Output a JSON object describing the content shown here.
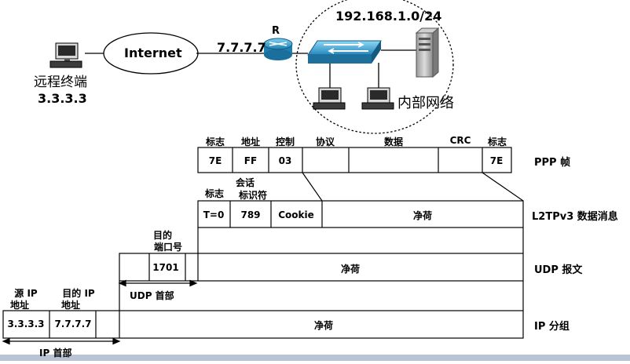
{
  "network": {
    "remote_label": "远程终端",
    "remote_ip": "3.3.3.3",
    "internet": "Internet",
    "router_ip": "7.7.7.7",
    "router_name": "R",
    "subnet": "192.168.1.0/24",
    "internal": "内部网络"
  },
  "ppp": {
    "headers": [
      "标志",
      "地址",
      "控制",
      "协议",
      "数据",
      "CRC",
      "标志"
    ],
    "values": [
      "7E",
      "FF",
      "03",
      "",
      "",
      "",
      "7E"
    ],
    "label": "PPP 帧"
  },
  "l2tp": {
    "header_flag": "标志",
    "header_session_line1": "会话",
    "header_session_line2": "标识符",
    "values": [
      "T=0",
      "789",
      "Cookie",
      "净荷"
    ],
    "label": "L2TPv3 数据消息"
  },
  "udp": {
    "header_line1": "目的",
    "header_line2": "端口号",
    "port": "1701",
    "payload": "净荷",
    "label": "UDP 报文",
    "brace": "UDP 首部"
  },
  "ip": {
    "src_line1": "源 IP",
    "src_line2": "地址",
    "dst_line1": "目的 IP",
    "dst_line2": "地址",
    "src": "3.3.3.3",
    "dst": "7.7.7.7",
    "payload": "净荷",
    "label": "IP 分组",
    "brace": "IP 首部"
  }
}
